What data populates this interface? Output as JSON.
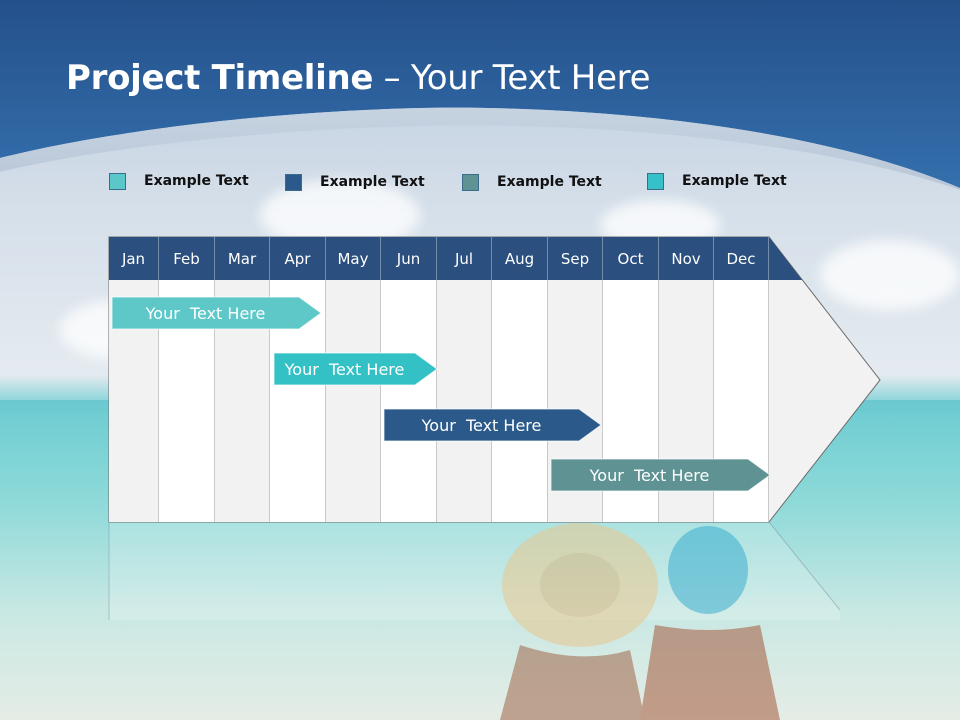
{
  "slide": {
    "title_bold": "Project Timeline",
    "title_rest": " – Your Text Here"
  },
  "legend": [
    {
      "label": "Example Text",
      "color": "#5bc7c9"
    },
    {
      "label": "Example Text",
      "color": "#2b5a8a"
    },
    {
      "label": "Example Text",
      "color": "#5f9393"
    },
    {
      "label": "Example Text",
      "color": "#36c0c8"
    }
  ],
  "months": [
    "Jan",
    "Feb",
    "Mar",
    "Apr",
    "May",
    "Jun",
    "Jul",
    "Aug",
    "Sep",
    "Oct",
    "Nov",
    "Dec"
  ],
  "tasks": [
    {
      "label": "Your  Text Here",
      "start_month": "Jan",
      "end_month": "Apr",
      "color": "#5ec8c9"
    },
    {
      "label": "Your  Text Here",
      "start_month": "Apr",
      "end_month": "Jun",
      "color": "#33c1c6"
    },
    {
      "label": "Your  Text Here",
      "start_month": "Jun",
      "end_month": "Sep",
      "color": "#2b5a8a"
    },
    {
      "label": "Your  Text Here",
      "start_month": "Sep",
      "end_month": "Dec",
      "color": "#5f9393"
    }
  ],
  "colors": {
    "header_blue": "#2c5f98",
    "month_header": "#2b4f7e",
    "column_light": "#f2f2f2",
    "column_white": "#ffffff"
  }
}
